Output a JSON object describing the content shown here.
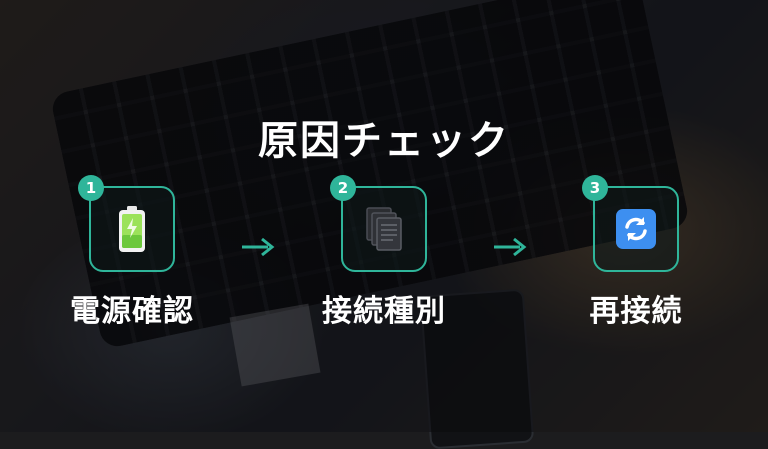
{
  "title": "原因チェック",
  "accent_color": "#2fb59a",
  "steps": [
    {
      "number": "1",
      "label": "電源確認",
      "icon": "battery-icon"
    },
    {
      "number": "2",
      "label": "接続種別",
      "icon": "documents-icon"
    },
    {
      "number": "3",
      "label": "再接続",
      "icon": "refresh-icon"
    }
  ],
  "connector_icon": "arrow-right-icon"
}
